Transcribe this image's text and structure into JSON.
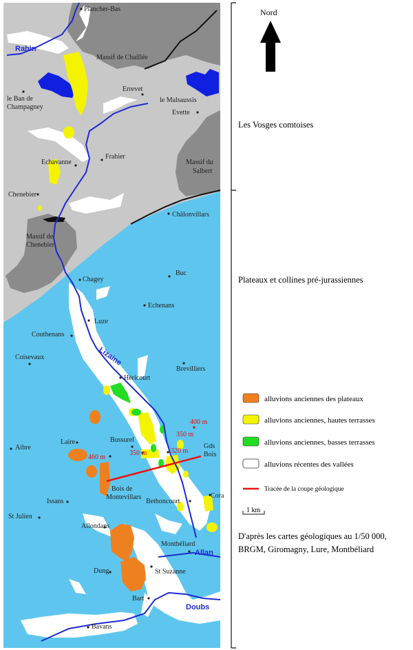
{
  "colors": {
    "plateau": "#5ec6ee",
    "vosges": "#c8c8c8",
    "massif": "#8b8b8b",
    "river": "#1d2bd0",
    "blue_patch": "#1020e0",
    "orange": "#ee8020",
    "yellow": "#f4f400",
    "green": "#22dd22",
    "white": "#ffffff",
    "section_line": "#ee1111",
    "altitude_label": "#e01010"
  },
  "north": {
    "label": "Nord"
  },
  "regions": {
    "vosges": "Les Vosges comtoises",
    "plateaux": "Plateaux et collines pré-jurassiennes"
  },
  "rivers": {
    "rahin": "Rahin",
    "lizaine": "Lizaine",
    "allan": "Allan",
    "doubs": "Doubs"
  },
  "places": {
    "plancher_bas": "Plancher-Bas",
    "massif_chaillee": "Massif de Chaillée",
    "errevet": "Errevet",
    "ban_line1": "le Ban de",
    "ban_line2": "Champagney",
    "malsaussis": "le Malsaussis",
    "evette": "Evette",
    "salbert_line1": "Massif du",
    "salbert_line2": "Salbert",
    "frahier": "Frahier",
    "echavanne": "Echavanne",
    "chenebier": "Chenebier",
    "chalonvillars": "Châlonvillars",
    "massif_chenebier_line1": "Massif de",
    "massif_chenebier_line2": "Chenebier",
    "chagey": "Chagey",
    "buc": "Buc",
    "echenans": "Echenans",
    "luze": "Luze",
    "couthenans": "Couthenans",
    "coisevaux": "Coisevaux",
    "brevilliers": "Brevilliers",
    "hericourt": "Héricourt",
    "laire": "Laire",
    "aibre": "Aibre",
    "bussurel": "Bussurel",
    "gds_bois_line1": "Gds",
    "gds_bois_line2": "Bois",
    "bois_montevillars_line1": "Bois de",
    "bois_montevillars_line2": "Montevillars",
    "betoncourt": "Bethoncourt",
    "cora": "Cora",
    "issans": "Issans",
    "st_julien": "St Julien",
    "allondans": "Allondans",
    "montbeliard": "Montbéliard",
    "dung": "Dung",
    "st_suzanne": "St Suzanne",
    "bart": "Bart",
    "bavans": "Bavans"
  },
  "altitudes": {
    "a460": "460 m",
    "a350a": "350 m",
    "a350b": "350 m",
    "a320": "320 m",
    "a400": "400 m"
  },
  "legend": {
    "items": [
      {
        "color": "#ee8020",
        "label": "alluvions anciennes des plateaux"
      },
      {
        "color": "#f4f400",
        "label": "alluvions anciennes, hautes terrasses"
      },
      {
        "color": "#22dd22",
        "label": "alluvions anciennes, basses terrasses"
      },
      {
        "color": "#ffffff",
        "label": "alluvions récentes des vallées"
      }
    ],
    "line_label": "Tracée de la coupe géologique",
    "scale_label": "1 km"
  },
  "source": {
    "line1": "D'après les cartes géologiques au 1/50 000,",
    "line2": "BRGM, Giromagny, Lure, Montbéliard"
  }
}
